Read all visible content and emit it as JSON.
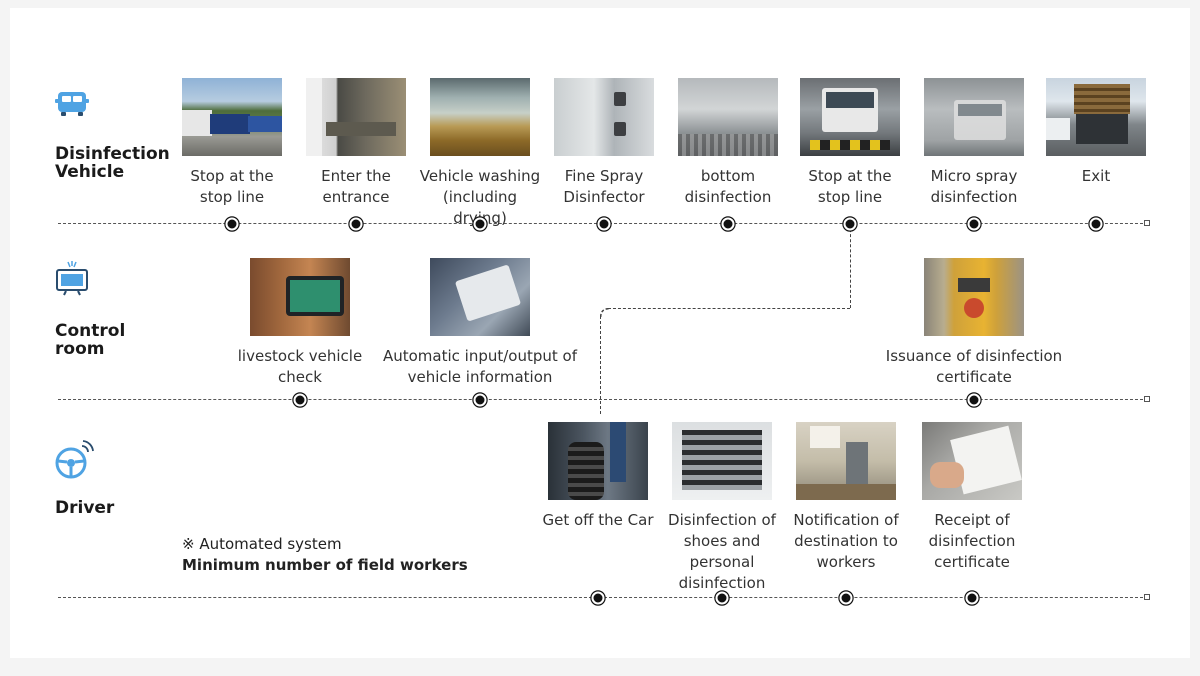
{
  "lanes": [
    {
      "id": "vehicle",
      "title_line1": "Disinfection",
      "title_line2": "Vehicle",
      "icon": "car-icon"
    },
    {
      "id": "control",
      "title_line1": "Control",
      "title_line2": "room",
      "icon": "monitor-icon"
    },
    {
      "id": "driver",
      "title_line1": "Driver",
      "title_line2": "",
      "icon": "steering-wheel-icon"
    }
  ],
  "vehicle_steps": [
    {
      "line1": "Stop at the",
      "line2": "stop line",
      "photo": "trucks-parked"
    },
    {
      "line1": "Enter the",
      "line2": "entrance",
      "photo": "truck-entering"
    },
    {
      "line1": "Vehicle washing",
      "line2": "(including drying)",
      "photo": "washing-spray"
    },
    {
      "line1": "Fine Spray",
      "line2": "Disinfector",
      "photo": "spray-nozzles"
    },
    {
      "line1": "bottom",
      "line2": "disinfection",
      "photo": "floor-grate"
    },
    {
      "line1": "Stop at the",
      "line2": "stop line",
      "photo": "truck-front"
    },
    {
      "line1": "Micro spray",
      "line2": "disinfection",
      "photo": "truck-mist"
    },
    {
      "line1": "Exit",
      "line2": "",
      "photo": "truck-exit"
    }
  ],
  "control_steps": [
    {
      "line1": "livestock vehicle",
      "line2": "check",
      "photo": "tablet-warehouse"
    },
    {
      "line1": "Automatic input/output of",
      "line2": "vehicle information",
      "photo": "tablet-hands"
    },
    {
      "line1": "Issuance of disinfection",
      "line2": "certificate",
      "photo": "certificate-machine"
    }
  ],
  "driver_steps": [
    {
      "line1": "Get off the Car",
      "line2": "",
      "line3": "",
      "photo": "driver-tire"
    },
    {
      "line1": "Disinfection of",
      "line2": "shoes and personal",
      "line3": "disinfection",
      "photo": "shoe-brushes"
    },
    {
      "line1": "Notification of",
      "line2": "destination to",
      "line3": "workers",
      "photo": "kiosk-room"
    },
    {
      "line1": "Receipt of",
      "line2": "disinfection",
      "line3": "certificate",
      "photo": "paper-hand"
    }
  ],
  "note": {
    "line1": "※ Automated system",
    "line2": "Minimum number of field workers"
  }
}
